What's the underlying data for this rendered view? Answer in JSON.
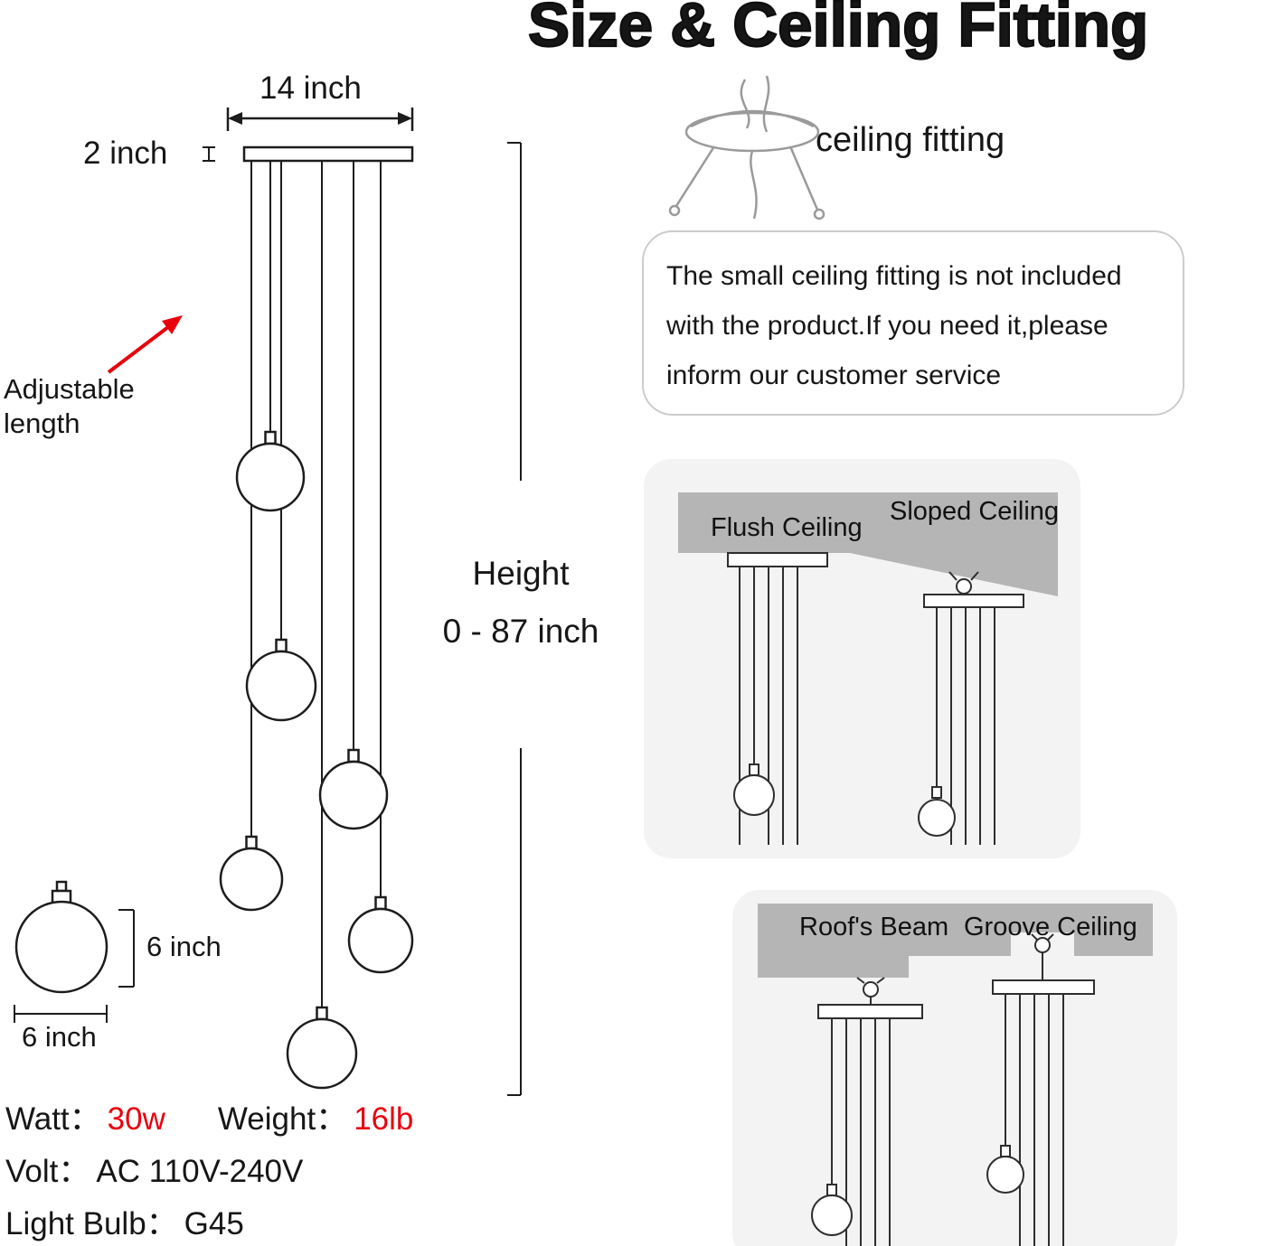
{
  "title": "Size & Ceiling Fitting",
  "colors": {
    "accent_red": "#e8000d",
    "panel_gray": "#f3f3f3",
    "ceiling_gray": "#b5b5b5"
  },
  "pendant_diagram": {
    "canopy_width": "14 inch",
    "canopy_thickness": "2 inch",
    "adjustable": "Adjustable\nlength",
    "height_title": "Height",
    "height_range": "0 - 87 inch",
    "globe_height": "6 inch",
    "globe_width": "6 inch"
  },
  "specs": {
    "watt_label": "Watt：",
    "watt_value": "30w",
    "weight_label": "Weight：",
    "weight_value": "16lb",
    "volt_label": "Volt：",
    "volt_value": "AC 110V-240V",
    "bulb_label": "Light Bulb：",
    "bulb_value": "G45"
  },
  "ceiling_fitting": {
    "label": "ceiling fitting",
    "note_lines": [
      "The small ceiling fitting is not included",
      "with the product.If you need it,please",
      "inform our customer service"
    ]
  },
  "mount_panels": {
    "flush": "Flush Ceiling",
    "sloped": "Sloped Ceiling",
    "beam": "Roof's Beam",
    "groove": "Groove Ceiling"
  }
}
